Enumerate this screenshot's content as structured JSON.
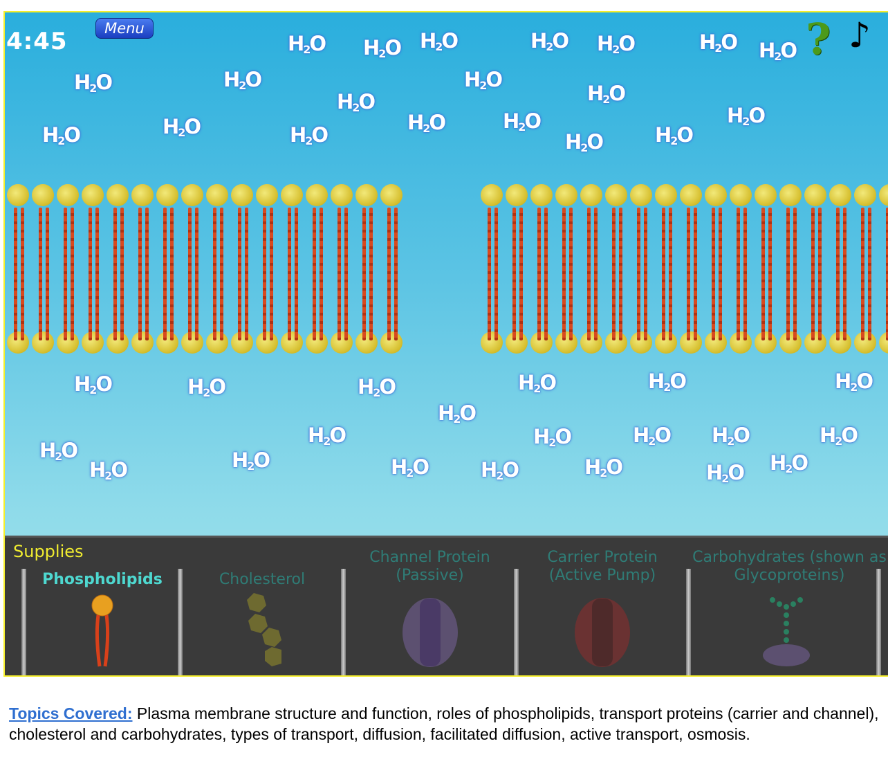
{
  "hud": {
    "timer": "4:45",
    "menu_label": "Menu",
    "help_icon": "question-mark-icon",
    "music_icon": "music-note-icon"
  },
  "molecule_label": {
    "h": "H",
    "sub": "2",
    "o": "O"
  },
  "supplies": {
    "title": "Supplies",
    "items": [
      {
        "label": "Phospholipids",
        "active": true
      },
      {
        "label": "Cholesterol",
        "active": false
      },
      {
        "label": "Channel Protein (Passive)",
        "active": false
      },
      {
        "label": "Carrier Protein (Active Pump)",
        "active": false
      },
      {
        "label": "Carbohydrates (shown as Glycoproteins)",
        "active": false
      }
    ]
  },
  "footer": {
    "link": "Topics Covered:",
    "text": " Plasma membrane structure and function, roles of phospholipids, transport proteins (carrier and channel), cholesterol and carbohydrates, types of transport, diffusion, facilitated diffusion, active transport, osmosis."
  },
  "colors": {
    "frame": "#f5ee2a",
    "sky": "#2aaedd",
    "panel": "#3a3a3a",
    "active_item": "#4ed8d0",
    "supplies_title": "#f0ec30"
  }
}
